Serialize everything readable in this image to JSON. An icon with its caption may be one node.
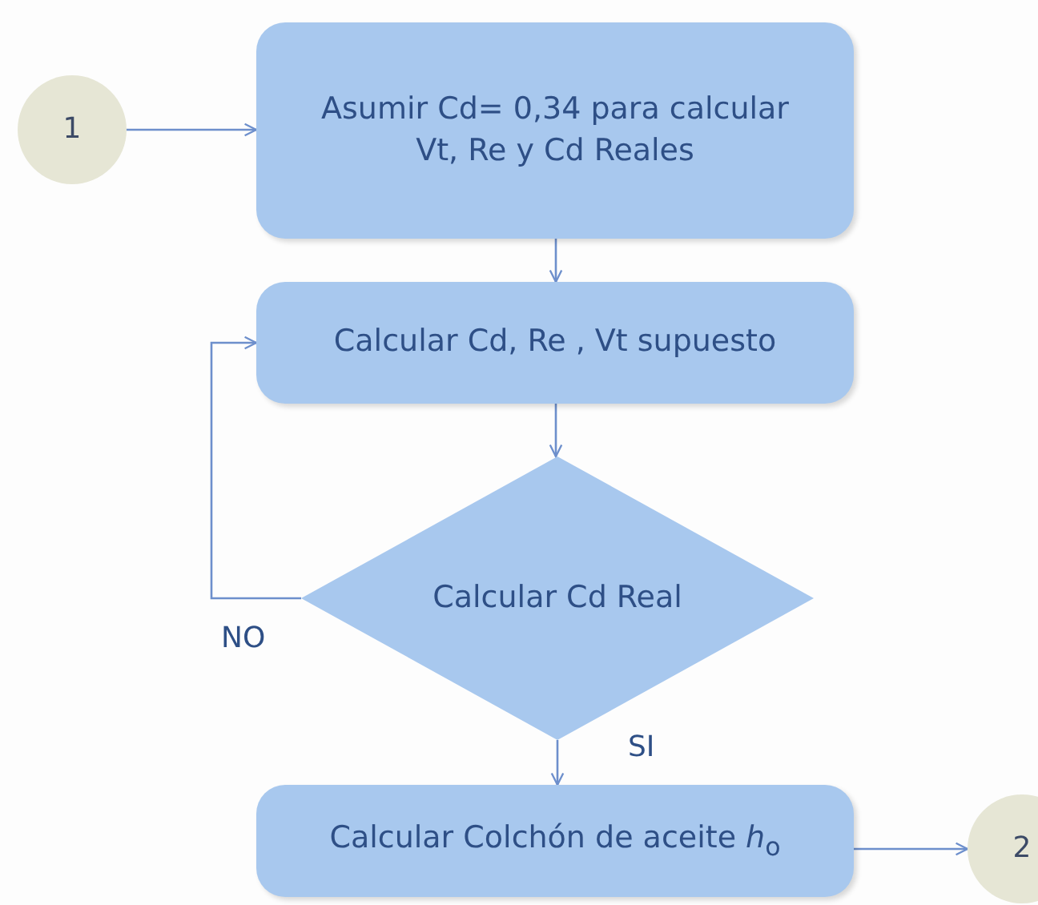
{
  "diagram": {
    "nodes": [
      {
        "text": [
          "1"
        ]
      },
      {
        "text": [
          "Asumir Cd= 0,34 para calcular Vt,  Re y  Cd Reales"
        ]
      },
      {
        "text": [
          "Calcular Cd, Re , Vt supuesto"
        ]
      },
      {
        "text": [
          "Calcular Cd Real"
        ]
      },
      {
        "text": [
          "Calcular Colchón de aceite *h*$_{o}$"
        ]
      },
      {
        "text": [
          "2"
        ]
      }
    ],
    "edges": [
      {
        "from": 0,
        "to": 1,
        "arrow": "to"
      },
      {
        "from": 1,
        "to": 2,
        "arrow": "to"
      },
      {
        "from": 2,
        "to": 3,
        "arrow": "to"
      },
      {
        "from": 3,
        "to": 2,
        "arrow": "to",
        "label": "NO"
      },
      {
        "from": 3,
        "to": 4,
        "arrow": "to",
        "label": "SI"
      },
      {
        "from": 4,
        "to": 5,
        "arrow": "to"
      }
    ]
  }
}
